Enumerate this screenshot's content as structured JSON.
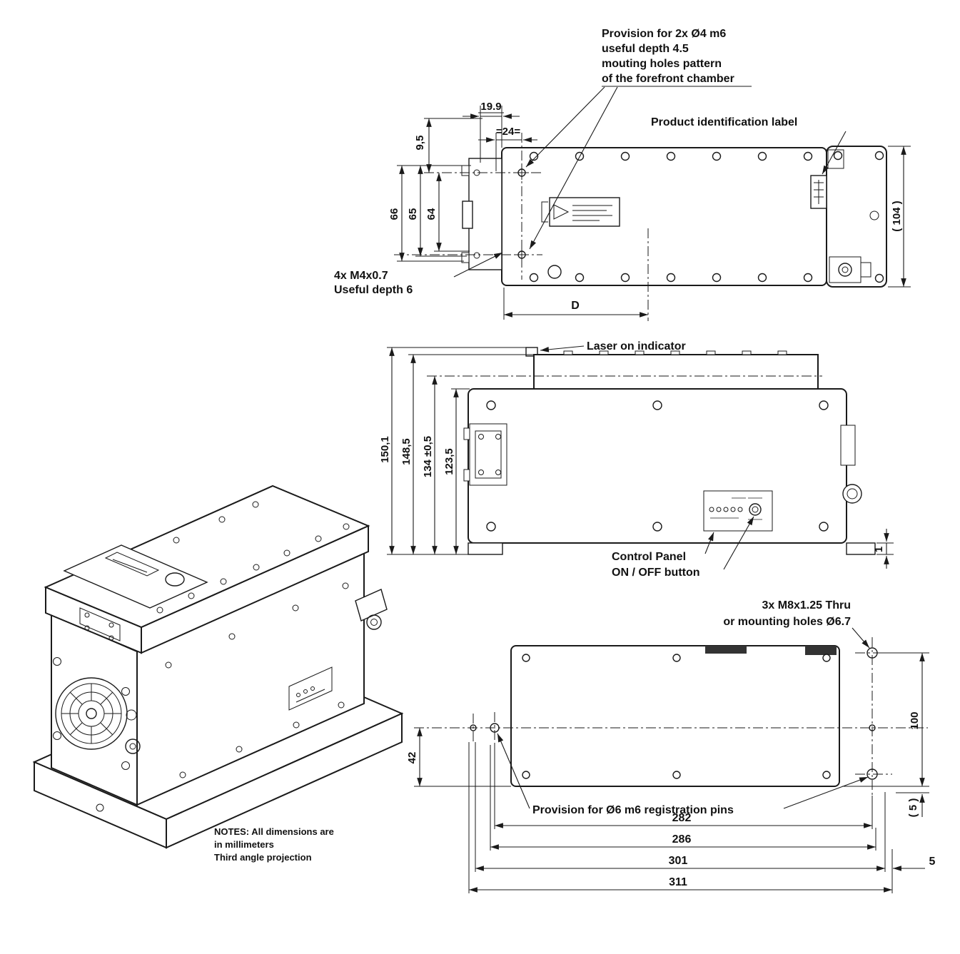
{
  "colors": {
    "ink": "#1a1a1a",
    "background": "#ffffff"
  },
  "annotations": {
    "provision_line1": "Provision for 2x Ø4 m6",
    "provision_line2": "useful depth 4.5",
    "provision_line3": "mouting holes pattern",
    "provision_line4": "of the forefront chamber",
    "product_label": "Product identification label",
    "m4_line1": "4x M4x0.7",
    "m4_line2": "Useful depth 6",
    "laser_indicator": "Laser on indicator",
    "control_panel": "Control Panel",
    "on_off_button": "ON / OFF button",
    "m8_line1": "3x  M8x1.25 Thru",
    "m8_line2": "or mounting holes Ø6.7",
    "registration_pins": "Provision for Ø6 m6 registration pins",
    "notes_line1": "NOTES: All dimensions are",
    "notes_line2": "in millimeters",
    "notes_line3": "Third angle projection"
  },
  "dimensions": {
    "top_view": {
      "width_199": "19.9",
      "offset_95": "9,5",
      "spacing_24": "=24=",
      "h66": "66",
      "h65": "65",
      "h64": "64",
      "ref_104": "( 104 )",
      "length_d": "D"
    },
    "side_view": {
      "h150_1": "150,1",
      "h148_5": "148,5",
      "h134": "134 ±0,5",
      "h123_5": "123,5",
      "foot_1": "1"
    },
    "bottom_view": {
      "v42": "42",
      "v100": "100",
      "v5_ref": "( 5 )",
      "w282": "282",
      "w286": "286",
      "w301": "301",
      "w311": "311",
      "edge_5": "5"
    }
  }
}
